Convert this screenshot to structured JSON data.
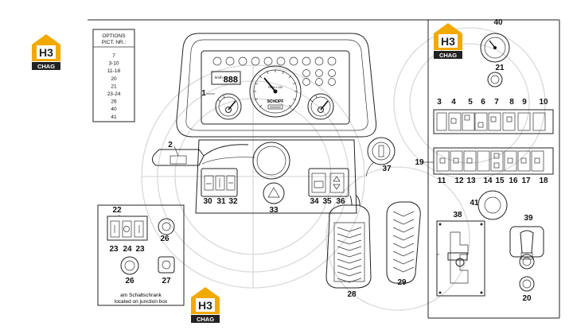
{
  "options_box": {
    "title_line1": "OPTIONS",
    "title_line2": "PICT. NR.:",
    "items": [
      "7",
      "3-10",
      "11-18",
      "20",
      "21",
      "23-24",
      "26",
      "40",
      "41"
    ]
  },
  "logo": {
    "top": "H3",
    "bottom": "CHAG",
    "color_orange": "#f2a900",
    "color_dark": "#222222"
  },
  "gauge": {
    "caption": "RPM x 100",
    "brand": "SCHOPF",
    "serial": "0000000"
  },
  "display": {
    "digits": "888",
    "unit": "km/h"
  },
  "junction_note": {
    "line1": "am Schaltschrank",
    "line2": "located on junction box"
  },
  "callouts": [
    "1",
    "2",
    "3",
    "4",
    "5",
    "6",
    "7",
    "8",
    "9",
    "10",
    "11",
    "12",
    "13",
    "14",
    "15",
    "16",
    "17",
    "18",
    "19",
    "20",
    "21",
    "22",
    "23",
    "24",
    "23",
    "26",
    "26",
    "27",
    "28",
    "29",
    "30",
    "31",
    "32",
    "33",
    "34",
    "35",
    "36",
    "37",
    "38",
    "39",
    "40",
    "41"
  ]
}
